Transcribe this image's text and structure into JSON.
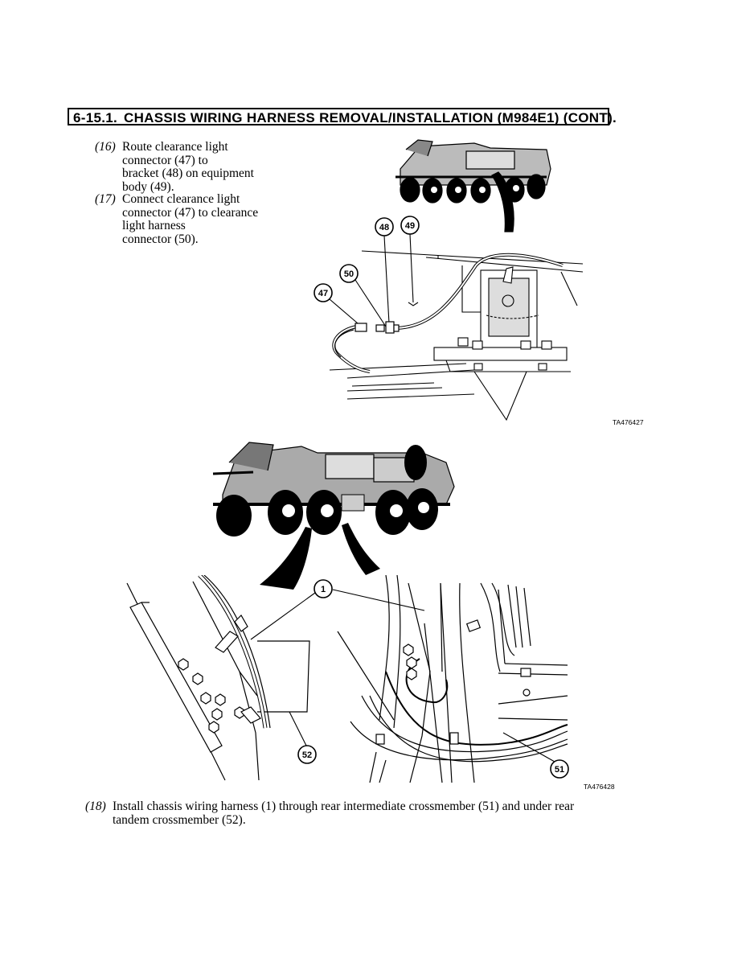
{
  "header": {
    "number": "6-15.1.",
    "title": "CHASSIS WIRING HARNESS REMOVAL/INSTALLATION (M984E1) (CONT)."
  },
  "steps": [
    {
      "num": "(16)",
      "text": "Route clearance light\nconnector (47) to\nbracket (48) on equipment\nbody (49)."
    },
    {
      "num": "(17)",
      "text": "Connect clearance light\nconnector (47) to clearance\nlight harness\nconnector (50)."
    },
    {
      "num": "(18)",
      "text": "Install chassis wiring harness (1) through rear intermediate crossmember (51) and under rear\ntandem crossmember (52)."
    }
  ],
  "figure1": {
    "id": "TA476427",
    "callouts": [
      "48",
      "49",
      "50",
      "47"
    ]
  },
  "figure2": {
    "id": "TA476428",
    "callouts": [
      "1",
      "52",
      "51"
    ]
  }
}
